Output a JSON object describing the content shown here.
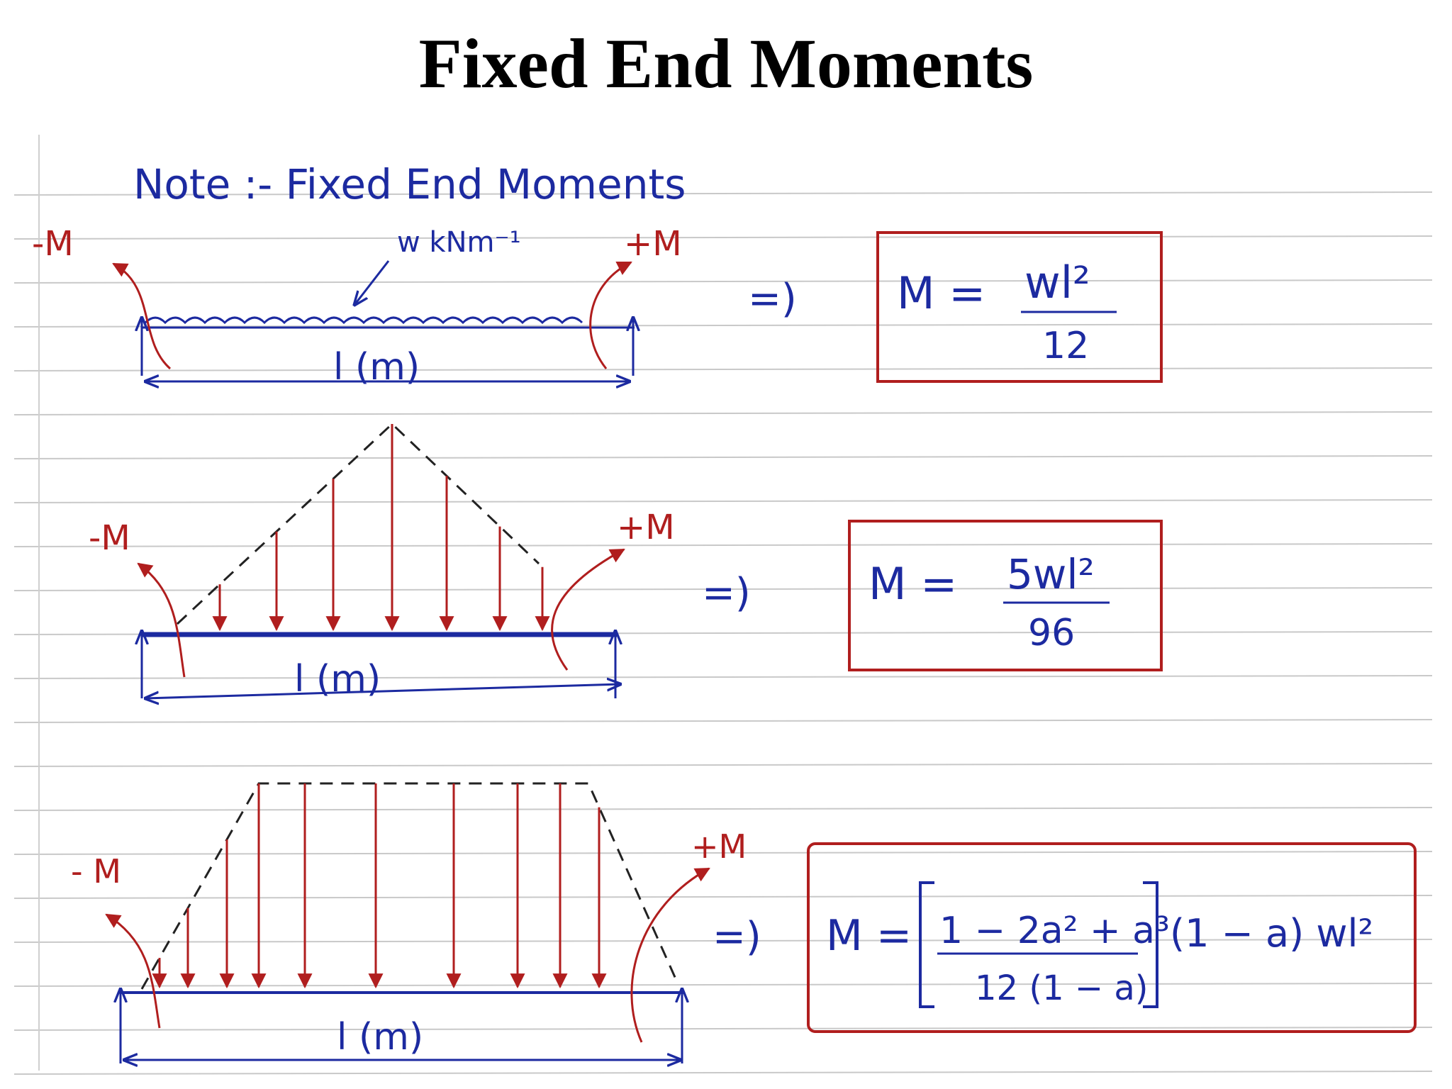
{
  "title": "Fixed End Moments",
  "note": "Note :- Fixed End Moments",
  "colors": {
    "ink_blue": "#1c2aa0",
    "ink_red": "#b01e1e",
    "rule_line": "#c9c9c9"
  },
  "cases": [
    {
      "load": "udl",
      "load_label": "w kNm⁻¹",
      "moment_left": "-M",
      "moment_right": "+M",
      "span_label": "l (m)",
      "implies": "=)",
      "formula_lhs": "M =",
      "formula_num": "wl²",
      "formula_den": "12"
    },
    {
      "load": "triangular",
      "moment_left": "-M",
      "moment_right": "+M",
      "span_label": "l (m)",
      "implies": "=)",
      "formula_lhs": "M =",
      "formula_num": "5wl²",
      "formula_den": "96"
    },
    {
      "load": "trapezoidal",
      "moment_left": "- M",
      "moment_right": "+M",
      "span_label": "l (m)",
      "implies": "=)",
      "formula_lhs": "M =",
      "formula_num": "1 − 2a² + a³",
      "formula_den": "12 (1 − a)",
      "formula_tail": "(1 − a) wl²"
    }
  ]
}
